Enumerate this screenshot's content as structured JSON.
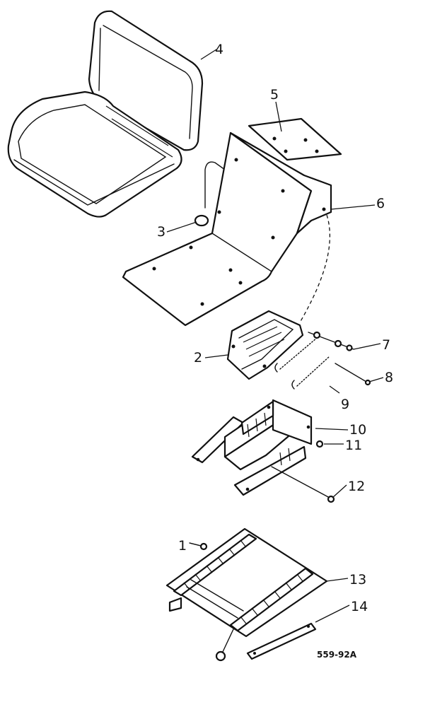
{
  "diagram": {
    "callouts": [
      "1",
      "2",
      "3",
      "4",
      "5",
      "6",
      "7",
      "8",
      "9",
      "10",
      "11",
      "12",
      "13",
      "14"
    ],
    "reference": "559-92A"
  }
}
